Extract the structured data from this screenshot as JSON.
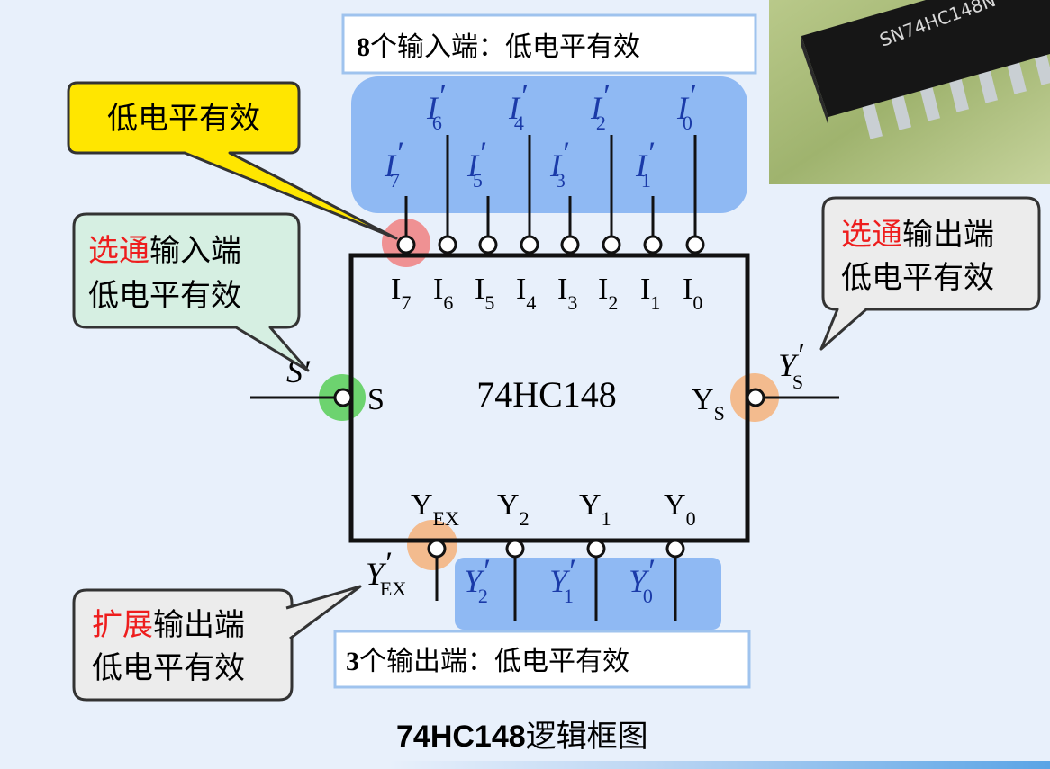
{
  "chip": {
    "name": "74HC148",
    "photo_marking": "SN74HC148N"
  },
  "banners": {
    "inputs": {
      "count": "8",
      "text": "个输入端：低电平有效"
    },
    "outputs": {
      "count": "3",
      "text": "个输出端：低电平有效"
    }
  },
  "callouts": {
    "i7_note": "低电平有效",
    "select_input": {
      "red": "选通",
      "rest": "输入端",
      "line2": "低电平有效"
    },
    "select_output": {
      "red": "选通",
      "rest": "输出端",
      "line2": "低电平有效"
    },
    "expand_output": {
      "red": "扩展",
      "rest": "输出端",
      "line2": "低电平有效"
    }
  },
  "pins": {
    "inputs_internal": [
      {
        "base": "I",
        "sub": "7"
      },
      {
        "base": "I",
        "sub": "6"
      },
      {
        "base": "I",
        "sub": "5"
      },
      {
        "base": "I",
        "sub": "4"
      },
      {
        "base": "I",
        "sub": "3"
      },
      {
        "base": "I",
        "sub": "2"
      },
      {
        "base": "I",
        "sub": "1"
      },
      {
        "base": "I",
        "sub": "0"
      }
    ],
    "inputs_external_upper": [
      {
        "base": "I",
        "sub": "6",
        "prime": "′"
      },
      {
        "base": "I",
        "sub": "4",
        "prime": "′"
      },
      {
        "base": "I",
        "sub": "2",
        "prime": "′"
      },
      {
        "base": "I",
        "sub": "0",
        "prime": "′"
      }
    ],
    "inputs_external_lower": [
      {
        "base": "I",
        "sub": "7",
        "prime": "′"
      },
      {
        "base": "I",
        "sub": "5",
        "prime": "′"
      },
      {
        "base": "I",
        "sub": "3",
        "prime": "′"
      },
      {
        "base": "I",
        "sub": "1",
        "prime": "′"
      }
    ],
    "s_internal": "S",
    "s_external": {
      "base": "S",
      "prime": "′"
    },
    "ys_internal": {
      "base": "Y",
      "sub": "S"
    },
    "ys_external": {
      "base": "Y",
      "sub": "S",
      "prime": "′"
    },
    "outputs_internal": [
      {
        "base": "Y",
        "sub": "EX"
      },
      {
        "base": "Y",
        "sub": "2"
      },
      {
        "base": "Y",
        "sub": "1"
      },
      {
        "base": "Y",
        "sub": "0"
      }
    ],
    "yex_external": {
      "base": "Y",
      "sub": "EX",
      "prime": "′"
    },
    "outputs_external": [
      {
        "base": "Y",
        "sub": "2",
        "prime": "′"
      },
      {
        "base": "Y",
        "sub": "1",
        "prime": "′"
      },
      {
        "base": "Y",
        "sub": "0",
        "prime": "′"
      }
    ]
  },
  "caption": {
    "bold": "74HC148",
    "rest": "逻辑框图"
  },
  "colors": {
    "background": "#e8f0fb",
    "highlight_blue": "#8fb9f3",
    "yellow_callout": "#ffe600",
    "green_callout": "#d6efe2",
    "gray_callout": "#ececec",
    "red_text": "#ee1d1d",
    "red_marker": "#f08080",
    "green_marker": "#5fcf5f",
    "orange_marker": "#f4b27a",
    "line": "#111111"
  }
}
